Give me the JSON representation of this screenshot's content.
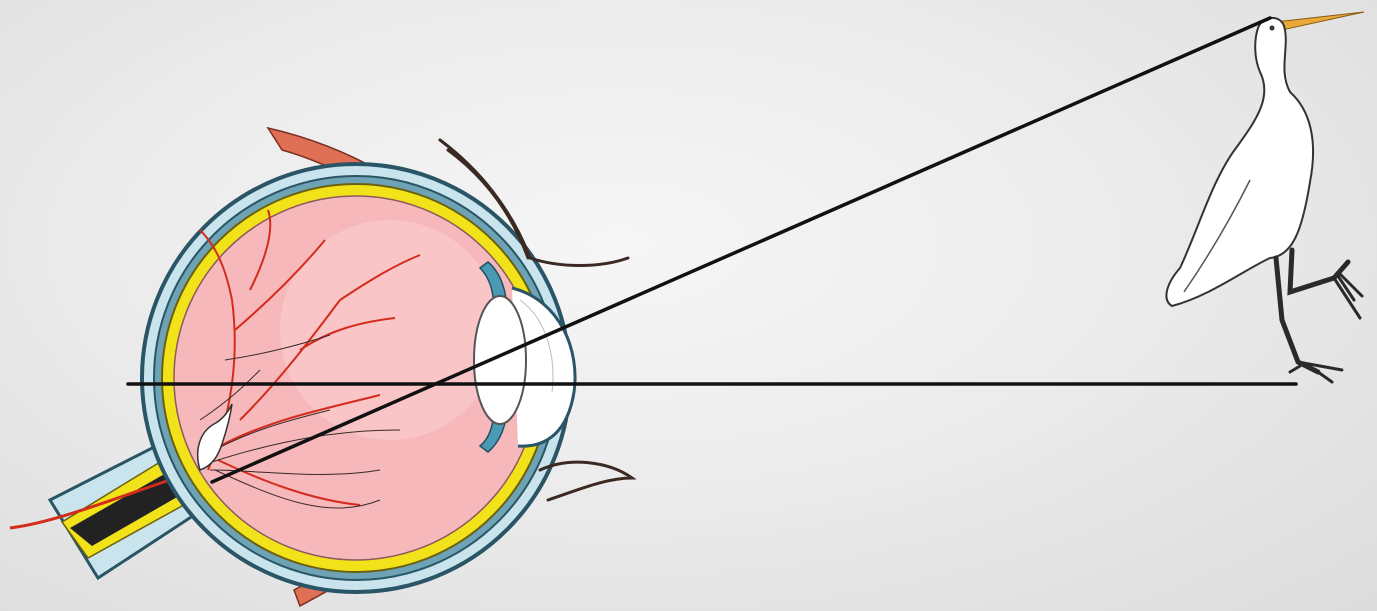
{
  "diagram": {
    "kind": "eye-cross-section-image-formation",
    "elements": [
      "eyeball",
      "sclera",
      "choroid",
      "retina",
      "vitreous-body",
      "retinal-vessels",
      "optic-nerve",
      "optic-disc-image",
      "lens",
      "cornea",
      "iris",
      "eye-muscles",
      "eyelids",
      "egret",
      "line-of-sight",
      "optical-axis"
    ],
    "colors": {
      "background": "#e6e6e6",
      "sclera": "#c9e4ec",
      "choroid_outline": "#3a6f82",
      "retina": "#f2e21a",
      "vitreous": "#f6b8bb",
      "vessels": "#d42c1c",
      "iris": "#4a9ab3",
      "muscle": "#e07055",
      "lens": "#ffffff",
      "beak": "#e8a93a",
      "lines": "#111111"
    }
  }
}
